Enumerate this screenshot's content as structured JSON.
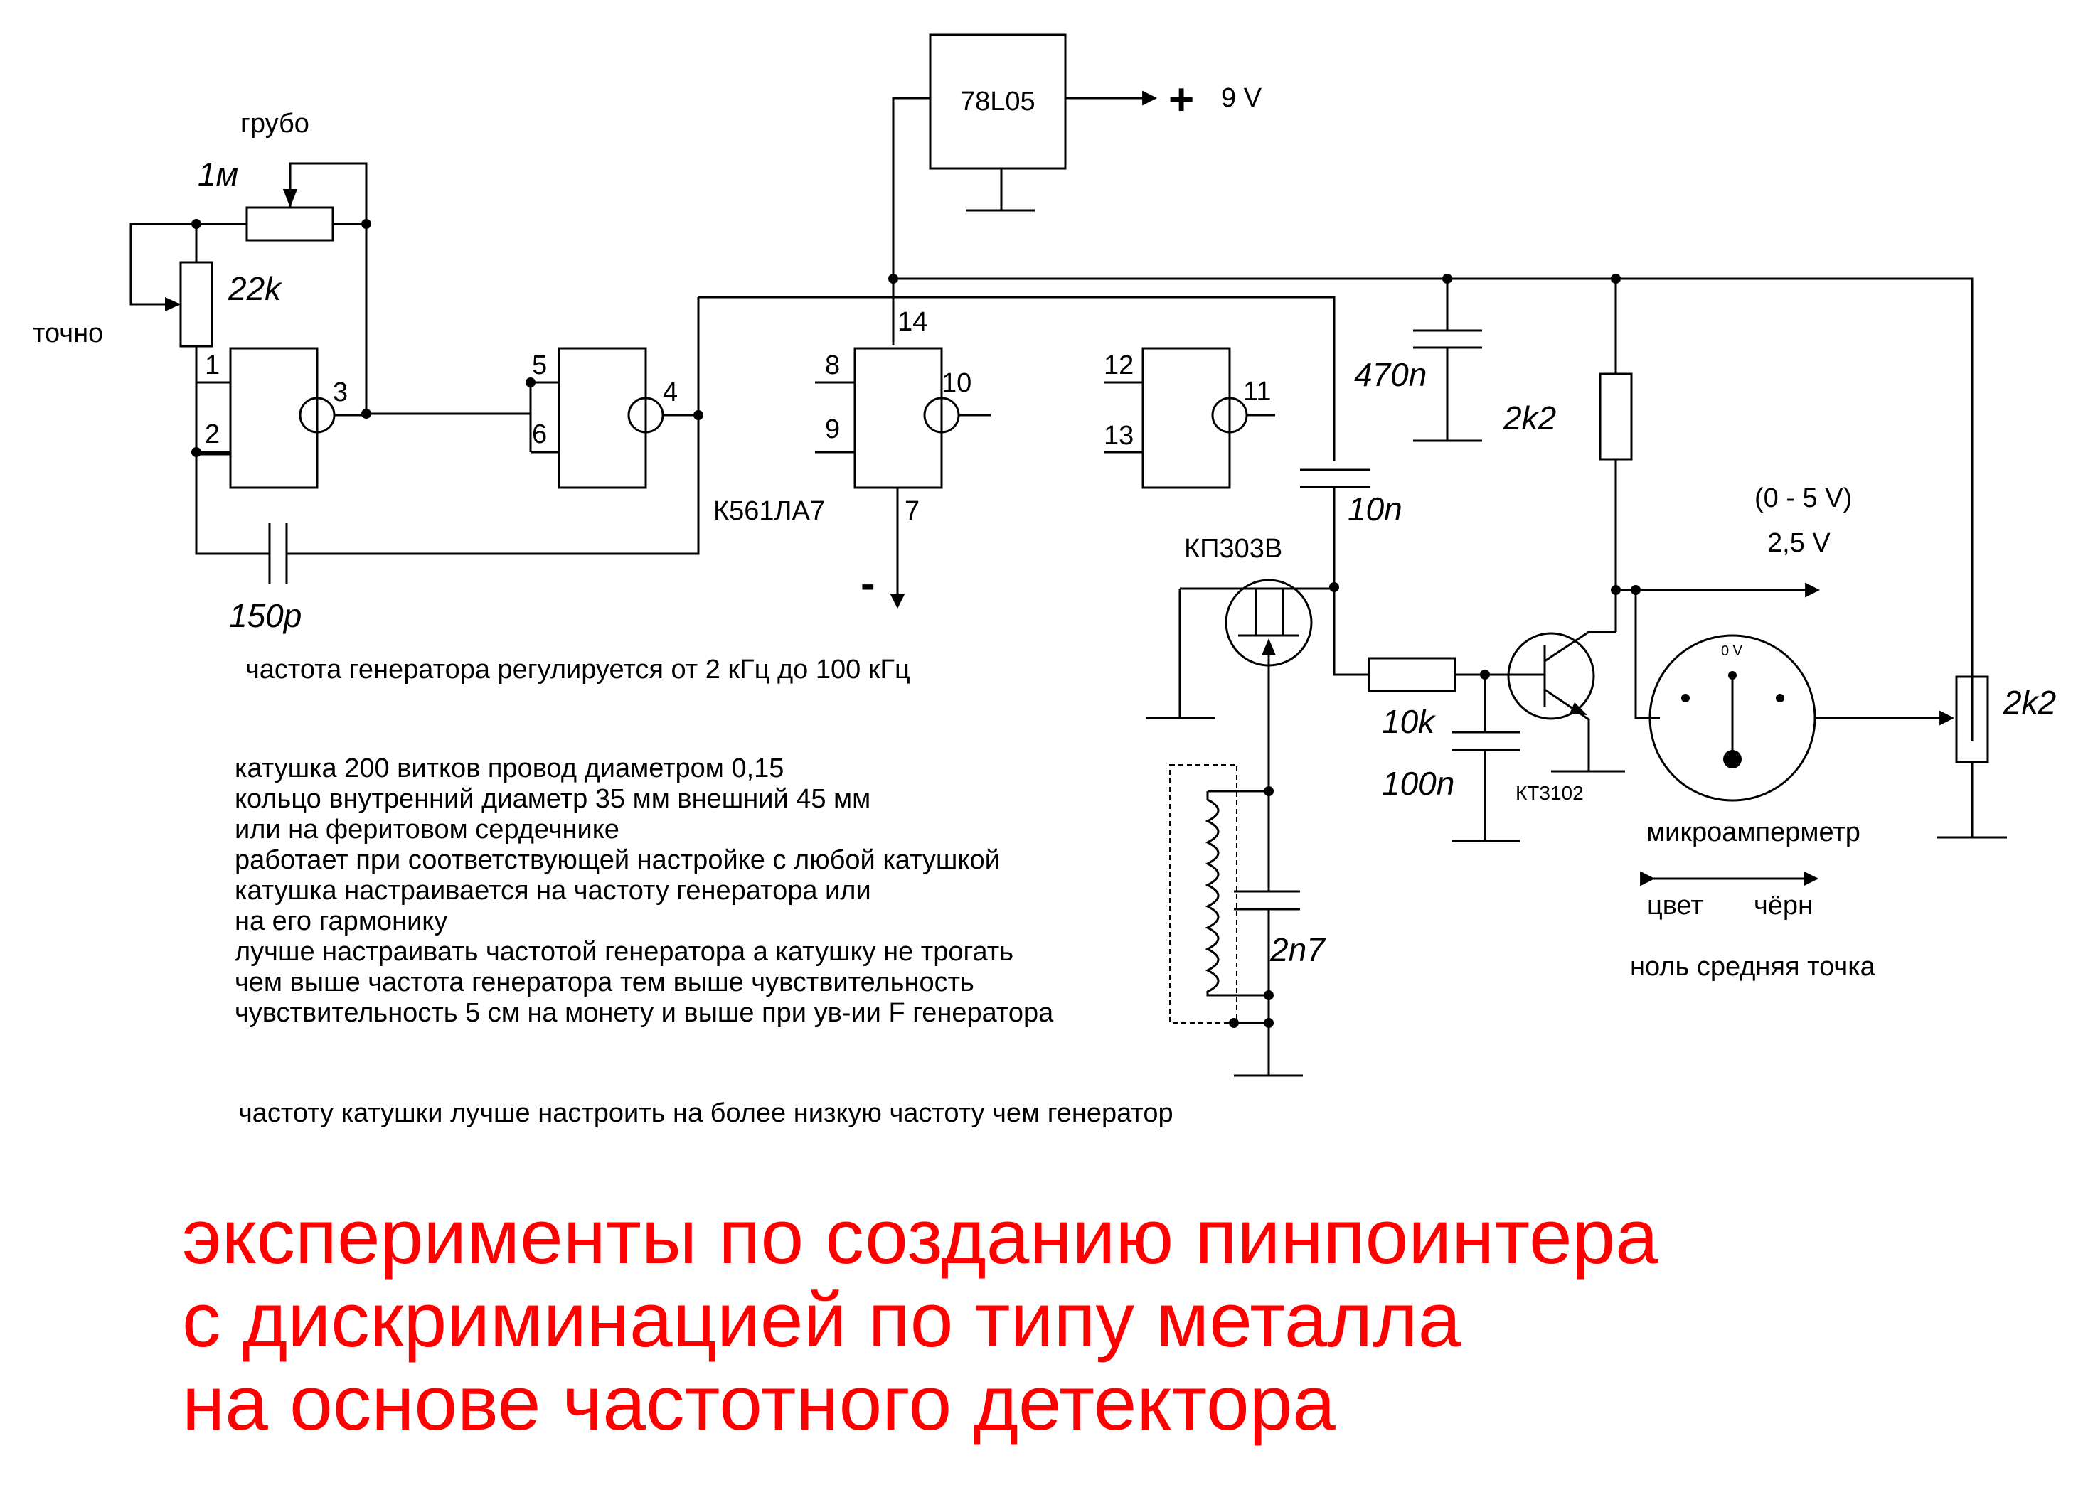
{
  "labels": {
    "regulator": "78L05",
    "supply_plus": "+",
    "supply_voltage": "9 V",
    "coarse": "грубо",
    "fine": "точно",
    "r_coarse": "1м",
    "r_fine": "22k",
    "ic_name": "К561ЛА7",
    "pin1": "1",
    "pin2": "2",
    "pin3": "3",
    "pin4": "4",
    "pin5": "5",
    "pin6": "6",
    "pin7": "7",
    "pin8": "8",
    "pin9": "9",
    "pin10": "10",
    "pin11": "11",
    "pin12": "12",
    "pin13": "13",
    "pin14": "14",
    "supply_minus": "-",
    "c_timing": "150p",
    "c_470n": "470n",
    "c_10n": "10n",
    "r_collector": "2k2",
    "fet": "КП303В",
    "r_base": "10k",
    "c_base": "100n",
    "transistor": "КТ3102",
    "c_coil": "2n7",
    "out_range": "(0 - 5 V)",
    "out_mid": "2,5 V",
    "meter_zero": "0 V",
    "r_trim": "2k2",
    "meter_name": "микроамперметр",
    "meter_left": "цвет",
    "meter_right": "чёрн",
    "meter_note": "ноль средняя точка"
  },
  "notes": {
    "freq_range": "частота генератора регулируется от 2 кГц до 100 кГц",
    "lines": [
      "катушка 200 витков провод диаметром 0,15",
      "кольцо внутренний диаметр 35 мм внешний 45 мм",
      "или на феритовом сердечнике",
      "работает при соответствующей настройке с любой катушкой",
      "катушка настраивается на частоту генератора или",
      "на его гармонику",
      "лучше настраивать частотой генератора а катушку не трогать",
      "чем выше частота генератора тем выше чувствительность",
      "чувствительность 5 см на монету и выше при ув-ии F генератора"
    ],
    "coil_tuning": "частоту катушки лучше настроить на более низкую частоту чем генератор"
  },
  "title": {
    "line1": "эксперименты по созданию пинпоинтера",
    "line2": "с дискриминацией по типу металла",
    "line3": "на основе частотного детектора"
  },
  "colors": {
    "title": "#ff0000",
    "ink": "#000000"
  }
}
